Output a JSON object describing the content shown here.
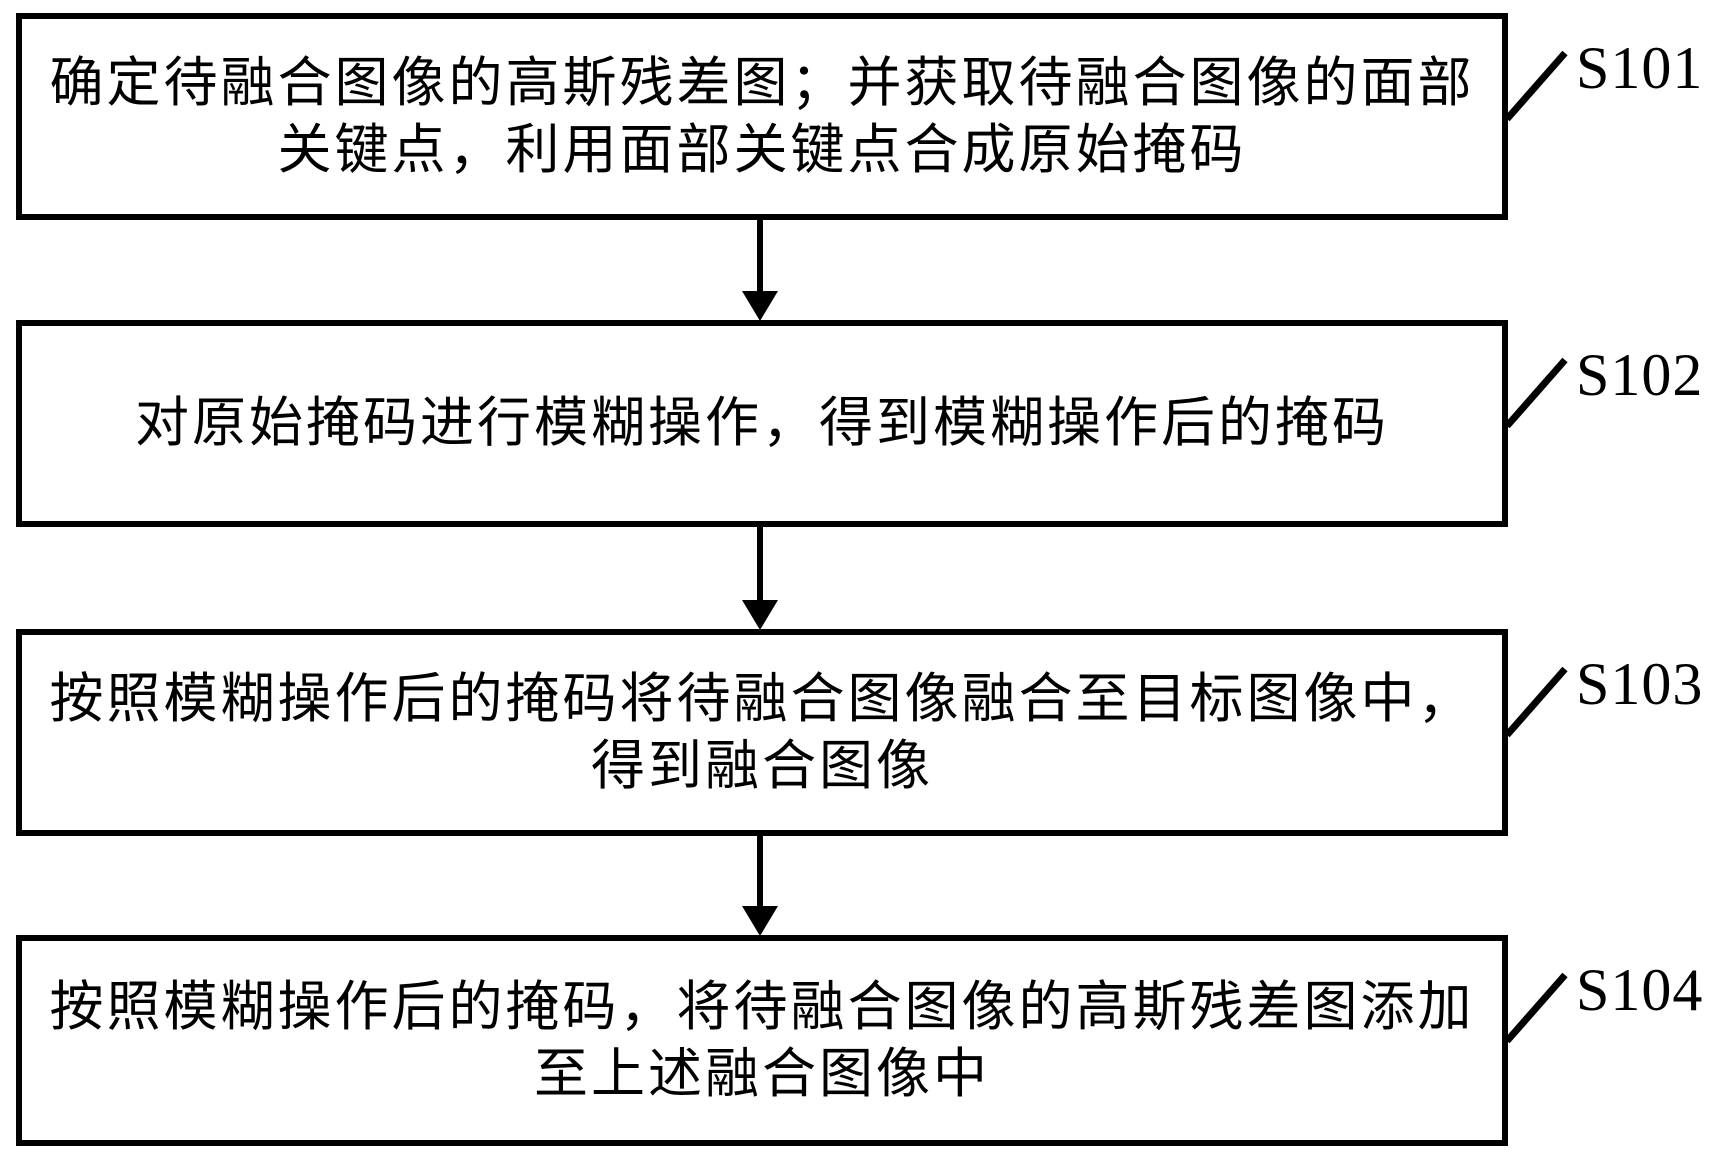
{
  "colors": {
    "background": "#ffffff",
    "line": "#000000",
    "text": "#000000"
  },
  "steps": [
    {
      "label": "S101",
      "lines": [
        "确定待融合图像的高斯残差图；并获取待融合图像的面部",
        "关键点，利用面部关键点合成原始掩码"
      ]
    },
    {
      "label": "S102",
      "lines": [
        "对原始掩码进行模糊操作，得到模糊操作后的掩码"
      ]
    },
    {
      "label": "S103",
      "lines": [
        "按照模糊操作后的掩码将待融合图像融合至目标图像中，",
        "得到融合图像"
      ]
    },
    {
      "label": "S104",
      "lines": [
        "按照模糊操作后的掩码，将待融合图像的高斯残差图添加",
        "至上述融合图像中"
      ]
    }
  ]
}
